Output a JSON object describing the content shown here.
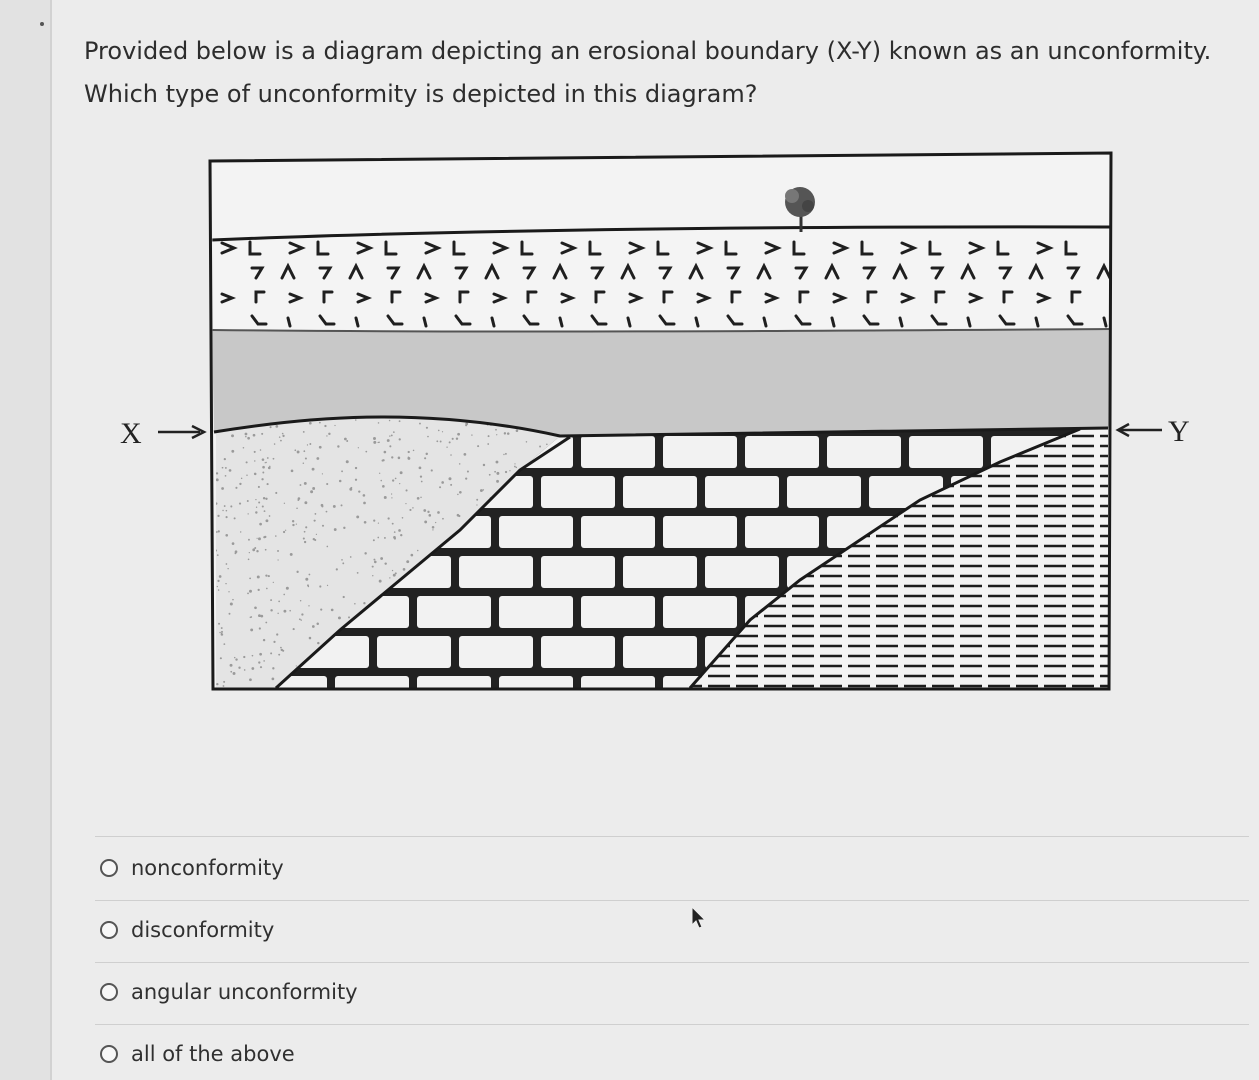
{
  "question": {
    "line1": "Provided below is a diagram depicting an erosional boundary (X-Y) known as an unconformity.",
    "line2": "Which type of unconformity is depicted in this diagram?"
  },
  "diagram": {
    "left_label": "X",
    "right_label": "Y"
  },
  "options": [
    {
      "label": "nonconformity",
      "selected": false
    },
    {
      "label": "disconformity",
      "selected": false
    },
    {
      "label": "angular unconformity",
      "selected": false
    },
    {
      "label": "all of the above",
      "selected": false
    }
  ],
  "colors": {
    "background": "#ececec",
    "shale_layer": "#c8c8c8",
    "text": "#2d2d2d"
  }
}
